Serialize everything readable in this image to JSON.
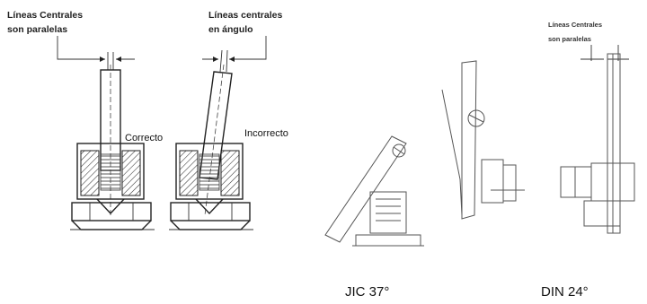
{
  "left_figure": {
    "label_parallel": [
      "Líneas Centrales",
      "son paralelas"
    ],
    "label_angled": [
      "Líneas centrales",
      "en ángulo"
    ],
    "correct": "Correcto",
    "incorrect": "Incorrecto"
  },
  "right_figure": {
    "label_parallel": [
      "Líneas Centrales",
      "son paralelas"
    ],
    "caption_jic": "JIC 37°",
    "caption_din": "DIN 24°"
  }
}
